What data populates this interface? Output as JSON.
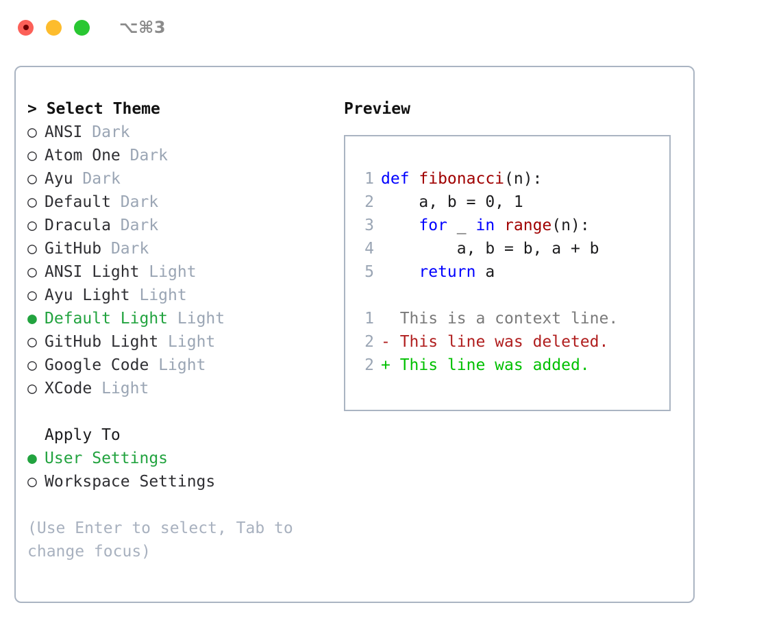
{
  "titlebar": {
    "shortcut": "⌥⌘3",
    "lights": [
      {
        "name": "close-button",
        "color": "#fc6058"
      },
      {
        "name": "minimize-button",
        "color": "#fdbc2d"
      },
      {
        "name": "maximize-button",
        "color": "#29c732"
      }
    ]
  },
  "theme_list": {
    "header": "> Select Theme",
    "items": [
      {
        "marker": "○",
        "label": "ANSI",
        "tag": "Dark",
        "selected": false
      },
      {
        "marker": "○",
        "label": "Atom One",
        "tag": "Dark",
        "selected": false
      },
      {
        "marker": "○",
        "label": "Ayu",
        "tag": "Dark",
        "selected": false
      },
      {
        "marker": "○",
        "label": "Default",
        "tag": "Dark",
        "selected": false
      },
      {
        "marker": "○",
        "label": "Dracula",
        "tag": "Dark",
        "selected": false
      },
      {
        "marker": "○",
        "label": "GitHub",
        "tag": "Dark",
        "selected": false
      },
      {
        "marker": "○",
        "label": "ANSI Light",
        "tag": "Light",
        "selected": false
      },
      {
        "marker": "○",
        "label": "Ayu Light",
        "tag": "Light",
        "selected": false
      },
      {
        "marker": "●",
        "label": "Default Light",
        "tag": "Light",
        "selected": true
      },
      {
        "marker": "○",
        "label": "GitHub Light",
        "tag": "Light",
        "selected": false
      },
      {
        "marker": "○",
        "label": "Google Code",
        "tag": "Light",
        "selected": false
      },
      {
        "marker": "○",
        "label": "XCode",
        "tag": "Light",
        "selected": false
      }
    ]
  },
  "apply_to": {
    "label": "Apply To",
    "options": [
      {
        "marker": "●",
        "label": "User Settings",
        "selected": true
      },
      {
        "marker": "○",
        "label": "Workspace Settings",
        "selected": false
      }
    ]
  },
  "hint": "(Use Enter to select, Tab to change focus)",
  "preview": {
    "title": "Preview",
    "code_lines": [
      {
        "num": "1",
        "tokens": [
          {
            "t": "def ",
            "c": "kw"
          },
          {
            "t": "fibonacci",
            "c": "fn"
          },
          {
            "t": "(n):",
            "c": "txt"
          }
        ]
      },
      {
        "num": "2",
        "tokens": [
          {
            "t": "    a, b = 0, 1",
            "c": "txt"
          }
        ]
      },
      {
        "num": "3",
        "tokens": [
          {
            "t": "    ",
            "c": "txt"
          },
          {
            "t": "for",
            "c": "kw"
          },
          {
            "t": " _ ",
            "c": "txt"
          },
          {
            "t": "in ",
            "c": "kw"
          },
          {
            "t": "range",
            "c": "fn"
          },
          {
            "t": "(n):",
            "c": "txt"
          }
        ]
      },
      {
        "num": "4",
        "tokens": [
          {
            "t": "        a, b = b, a + b",
            "c": "txt"
          }
        ]
      },
      {
        "num": "5",
        "tokens": [
          {
            "t": "    ",
            "c": "txt"
          },
          {
            "t": "return",
            "c": "kw"
          },
          {
            "t": " a",
            "c": "txt"
          }
        ]
      }
    ],
    "diff_lines": [
      {
        "num": "1",
        "sign": "  ",
        "text": "This is a context line.",
        "kind": "ctx"
      },
      {
        "num": "2",
        "sign": "- ",
        "text": "This line was deleted.",
        "kind": "del"
      },
      {
        "num": "2",
        "sign": "+ ",
        "text": "This line was added.",
        "kind": "add"
      }
    ]
  },
  "colors": {
    "accent_green": "#22a33f",
    "border": "#aab4c2",
    "muted": "#9aa5b4",
    "keyword": "#0000ff",
    "function": "#a00000",
    "diff_deleted": "#b01e1e",
    "diff_added": "#00c000",
    "line_number": "#9aa5b4"
  }
}
